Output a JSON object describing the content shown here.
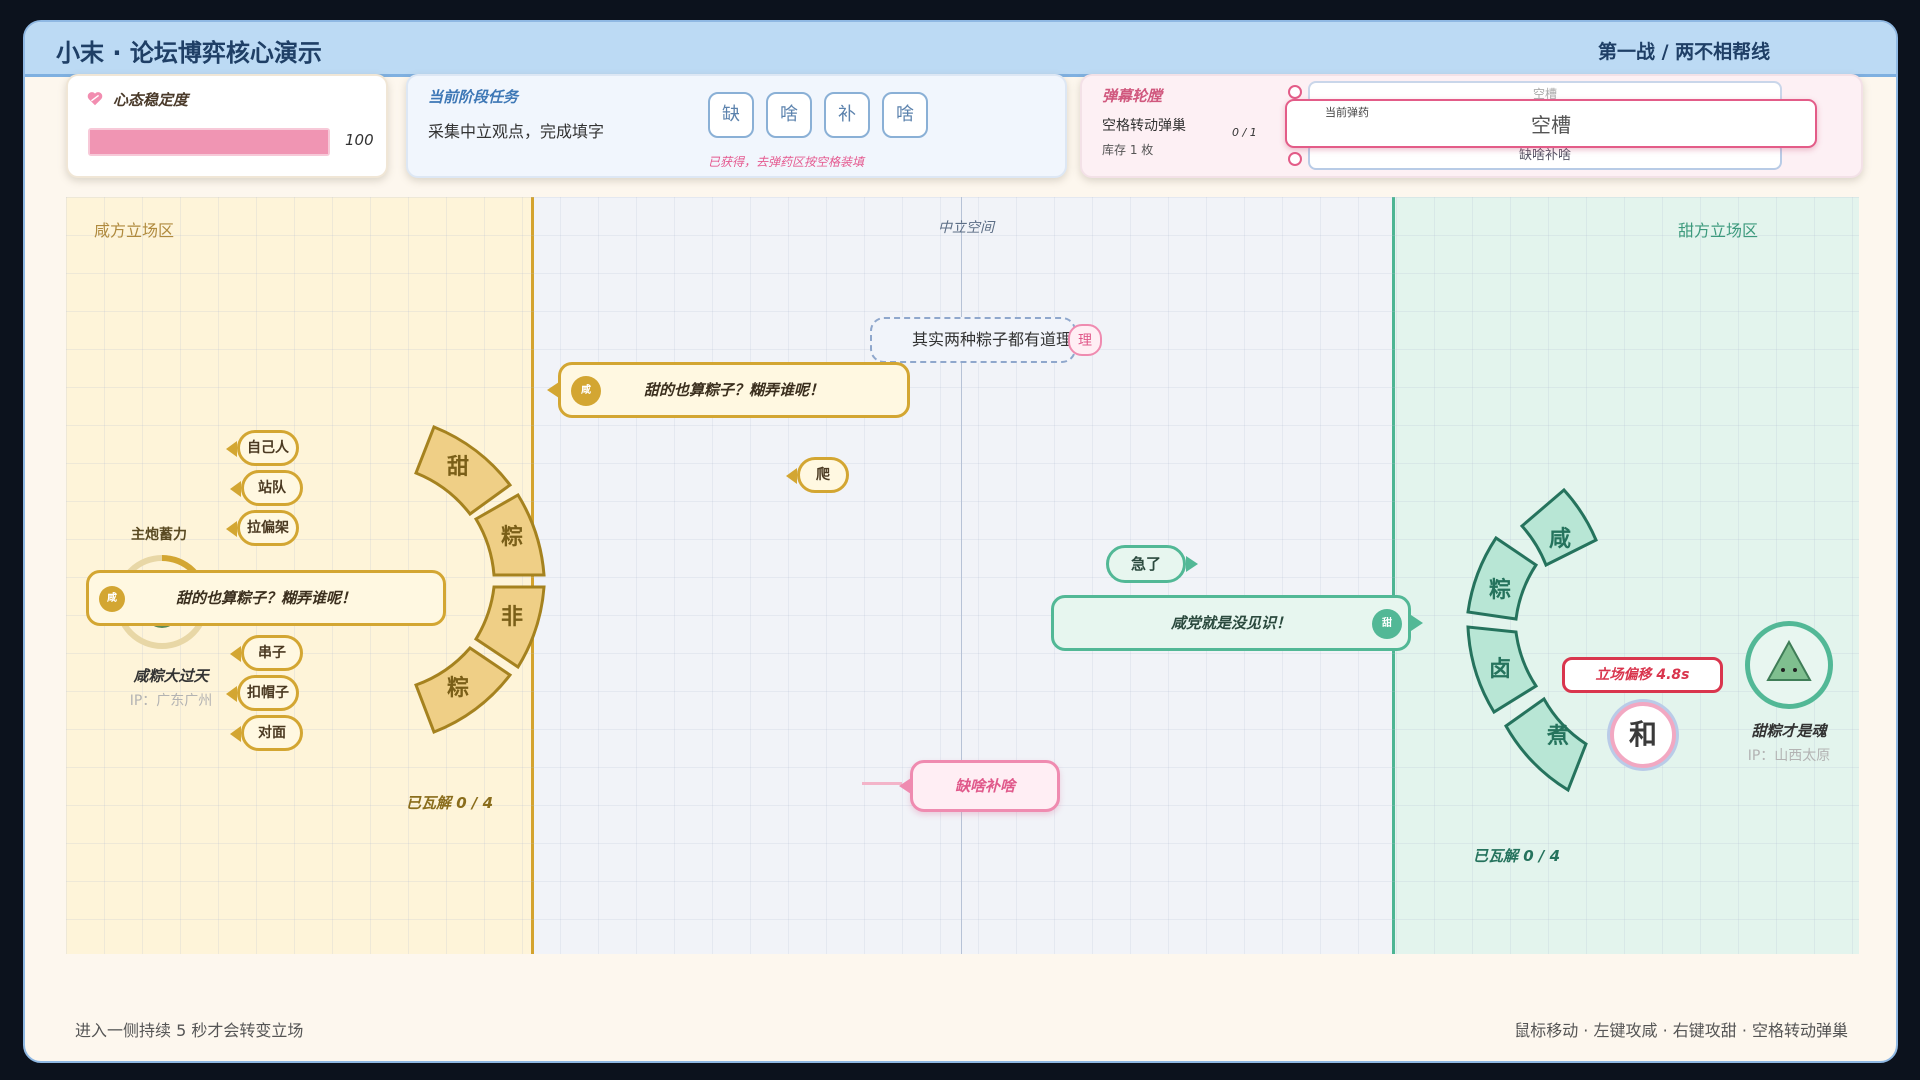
{
  "header": {
    "title": "小末 · 论坛博弈核心演示",
    "stage": "第一战 / 两不相帮线"
  },
  "stability": {
    "label": "心态稳定度",
    "value": "100",
    "fill_percent": 100
  },
  "task": {
    "label": "当前阶段任务",
    "description": "采集中立观点，完成填字",
    "slots": [
      "缺",
      "啥",
      "补",
      "啥"
    ],
    "hint": "已获得，去弹药区按空格装填"
  },
  "ammo": {
    "label": "弹幕轮膛",
    "name": "空格转动弹巢",
    "stock": "库存 1 枚",
    "count": "0 / 1",
    "wheel_top": "空槽",
    "current_label": "当前弹药",
    "current_value": "空槽",
    "wheel_bottom": "缺啥补啥"
  },
  "arena": {
    "salty_zone": "咸方立场区",
    "neutral_zone": "中立空间",
    "sweet_zone": "甜方立场区"
  },
  "left_player": {
    "charge_label": "主炮蓄力",
    "name": "咸粽大过天",
    "ip": "IP：广东广州",
    "broken": "已瓦解 0 / 4",
    "shield": [
      "甜",
      "粽",
      "非",
      "粽"
    ],
    "tags_top": [
      "自己人",
      "站队",
      "拉偏架"
    ],
    "tags_bottom": [
      "串子",
      "扣帽子",
      "对面"
    ],
    "bubble_text": "甜的也算粽子？糊弄谁呢！",
    "bubble_badge": "咸"
  },
  "right_player": {
    "name": "甜粽才是魂",
    "ip": "IP：山西太原",
    "broken": "已瓦解 0 / 4",
    "shield": [
      "咸",
      "粽",
      "卤",
      "煮"
    ],
    "shift_text": "立场偏移 4.8s",
    "peace_glyph": "和"
  },
  "bullets": {
    "neutral_text": "其实两种粽子都有道理",
    "neutral_badge": "理",
    "gold_text": "甜的也算粽子？糊弄谁呢！",
    "gold_badge": "咸",
    "gold_tag": "爬",
    "teal_tag": "急了",
    "teal_text": "咸党就是没见识！",
    "teal_badge": "甜",
    "pink_text": "缺啥补啥"
  },
  "footer": {
    "left": "进入一侧持续 5 秒才会转变立场",
    "right": "鼠标移动 · 左键攻咸 · 右键攻甜 · 空格转动弹巢"
  },
  "colors": {
    "salty": "#d3a632",
    "sweet": "#52b896",
    "pink": "#e35c88",
    "header": "#bcdaf4"
  }
}
